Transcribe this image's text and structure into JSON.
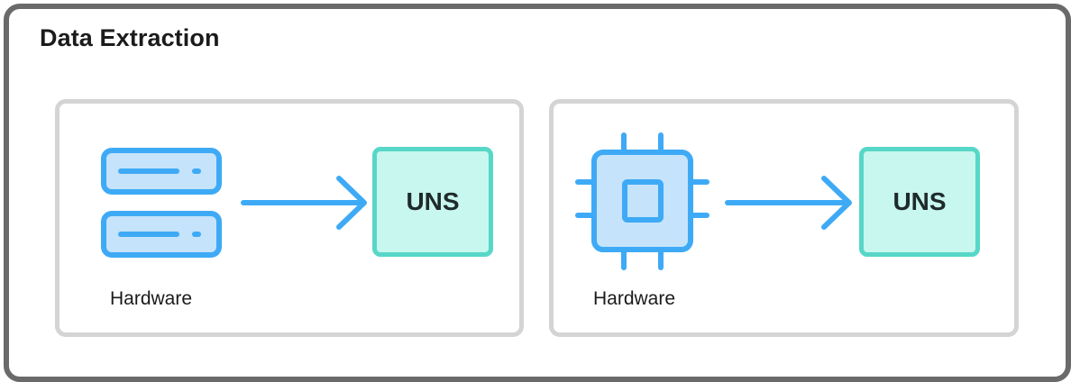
{
  "title": "Data Extraction",
  "colors": {
    "frame": "#6a6a6a",
    "panel_border": "#d4d4d4",
    "icon_stroke": "#3eaaf6",
    "icon_fill": "#c5e3fa",
    "uns_fill": "#c7f7ee",
    "uns_border": "#57d7c8",
    "arrow": "#3eaaf6"
  },
  "panels": [
    {
      "icon": "server-stack-icon",
      "source_label": "Hardware",
      "target_label": "UNS"
    },
    {
      "icon": "cpu-chip-icon",
      "source_label": "Hardware",
      "target_label": "UNS"
    }
  ]
}
